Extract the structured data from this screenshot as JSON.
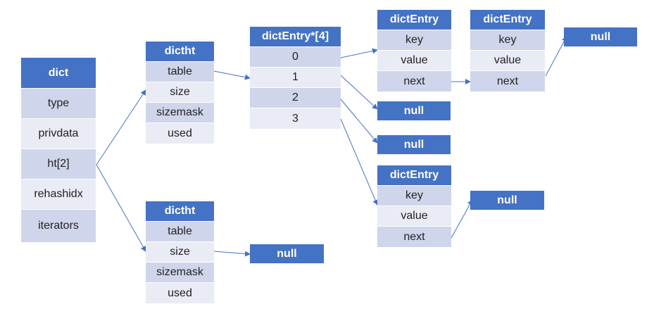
{
  "dict": {
    "title": "dict",
    "fields": [
      "type",
      "privdata",
      "ht[2]",
      "rehashidx",
      "iterators"
    ]
  },
  "ht0": {
    "title": "dictht",
    "fields": [
      "table",
      "size",
      "sizemask",
      "used"
    ]
  },
  "ht1": {
    "title": "dictht",
    "fields": [
      "table",
      "size",
      "sizemask",
      "used"
    ]
  },
  "array": {
    "title": "dictEntry*[4]",
    "fields": [
      "0",
      "1",
      "2",
      "3"
    ]
  },
  "entry_a": {
    "title": "dictEntry",
    "fields": [
      "key",
      "value",
      "next"
    ]
  },
  "entry_b": {
    "title": "dictEntry",
    "fields": [
      "key",
      "value",
      "next"
    ]
  },
  "entry_c": {
    "title": "dictEntry",
    "fields": [
      "key",
      "value",
      "next"
    ]
  },
  "null_label": "null",
  "colors": {
    "header": "#4472c4",
    "row_dark": "#cfd5ea",
    "row_light": "#e9ebf5",
    "arrow": "#4472c4"
  }
}
